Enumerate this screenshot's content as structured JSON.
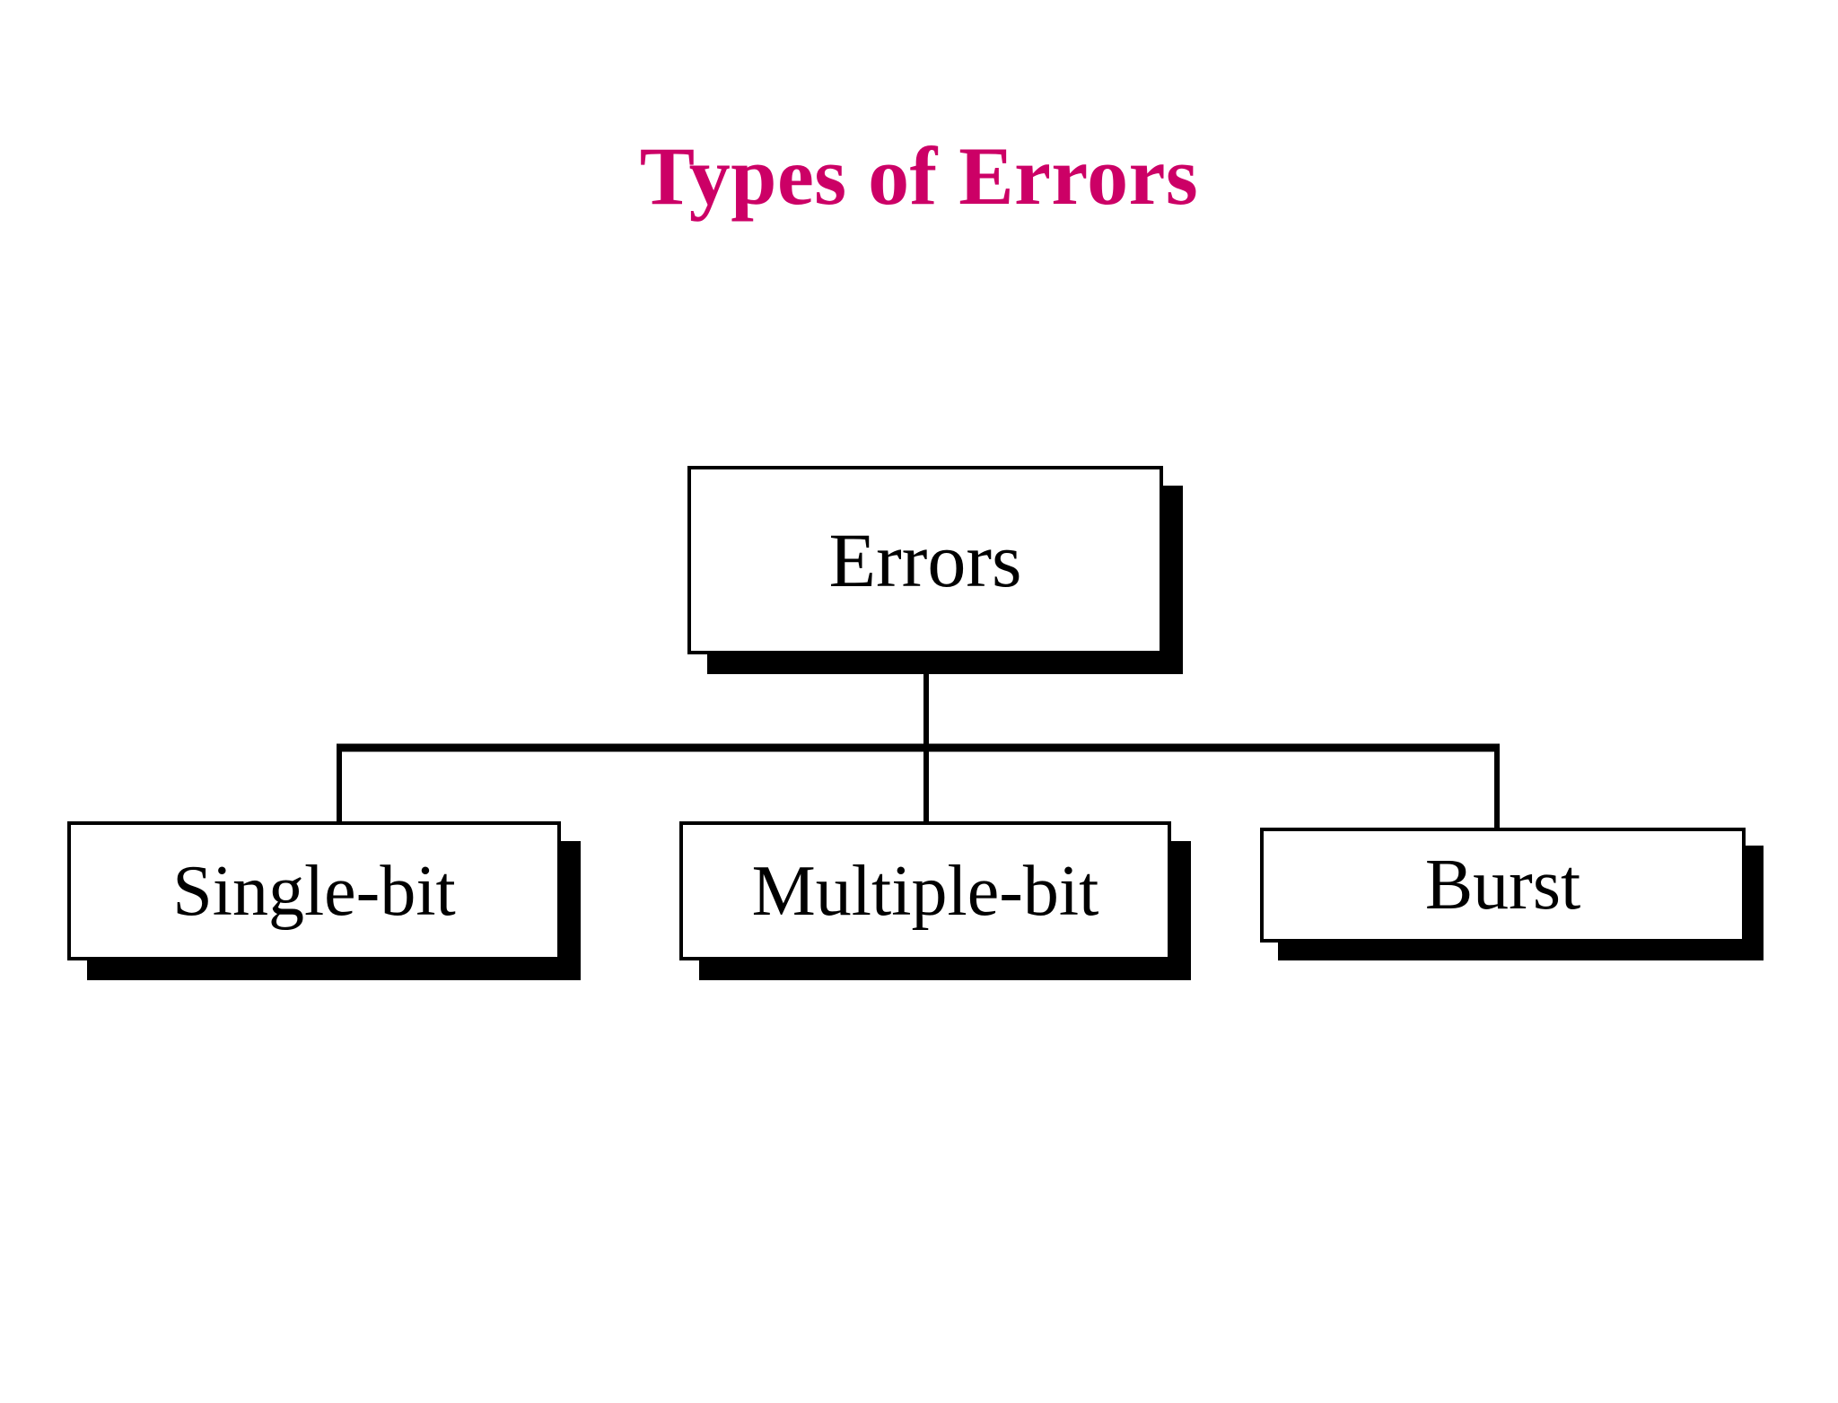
{
  "slide": {
    "title": "Types of Errors",
    "background_color": "#ffffff",
    "title_color": "#cc0066"
  },
  "diagram": {
    "type": "tree",
    "orientation": "top-down",
    "node_fill_color": "#ffffff",
    "node_border_color": "#000000",
    "shadow_color": "#000000",
    "connector_color": "#000000",
    "root": {
      "id": "errors",
      "label": "Errors"
    },
    "children": [
      {
        "id": "single-bit",
        "label": "Single-bit"
      },
      {
        "id": "multiple-bit",
        "label": "Multiple-bit"
      },
      {
        "id": "burst",
        "label": "Burst"
      }
    ]
  }
}
